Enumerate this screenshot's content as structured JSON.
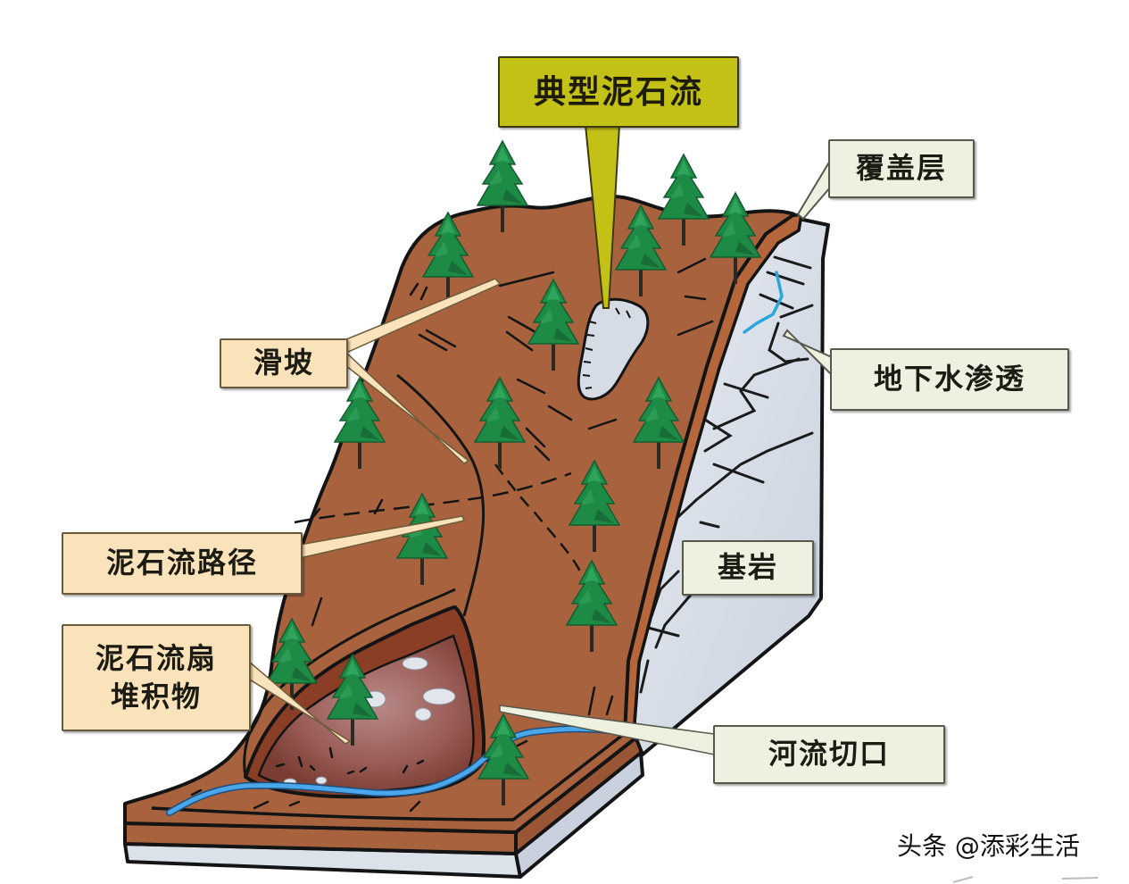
{
  "diagram": {
    "title": "典型泥石流",
    "labels": {
      "covering_layer": "覆盖层",
      "landslide_slope": "滑坡",
      "groundwater_seepage": "地下水渗透",
      "debris_flow_path": "泥石流路径",
      "bedrock": "基岩",
      "debris_fan_line1": "泥石流扇",
      "debris_fan_line2": "堆积物",
      "river_incision": "河流切口"
    },
    "colors": {
      "soil": "#a8633e",
      "soil_dark": "#8f4f2e",
      "bedrock": "#d6dce6",
      "fan_deposit": "#9b5f5c",
      "river": "#3f9ee0",
      "tree": "#1f8a46",
      "title_box": "#c4c116",
      "tan_box": "#fae3bb",
      "pale_box": "#eef1df"
    }
  },
  "watermark": "头条 @添彩生活"
}
